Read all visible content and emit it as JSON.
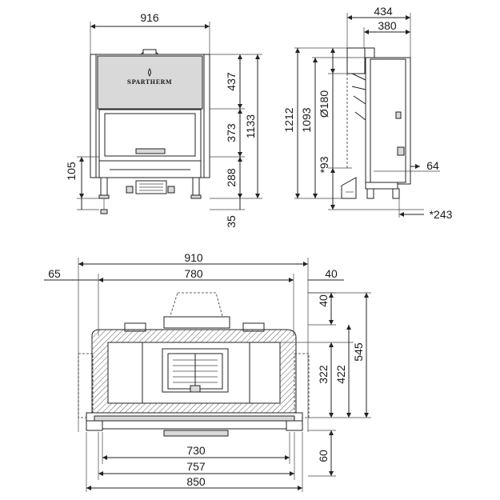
{
  "brand": "SPARTHERM",
  "front_view": {
    "width": "916",
    "height_upper": "437",
    "height_opening": "373",
    "height_total": "1133",
    "height_overall": "1212",
    "height_lower": "288",
    "leg_left": "105",
    "foot": "35"
  },
  "side_view": {
    "depth_total": "434",
    "depth_body": "380",
    "height_side": "1093",
    "flue_diameter": "Ø180",
    "offset_93": "*93",
    "offset_64": "64",
    "offset_243": "*243"
  },
  "top_view": {
    "width_outer": "910",
    "width_inner": "780",
    "left_offset": "65",
    "right_offset": "40",
    "front_offset": "40",
    "depth_322": "322",
    "depth_422": "422",
    "depth_545": "545",
    "width_730": "730",
    "width_757": "757",
    "width_850": "850",
    "bottom_60": "60"
  }
}
